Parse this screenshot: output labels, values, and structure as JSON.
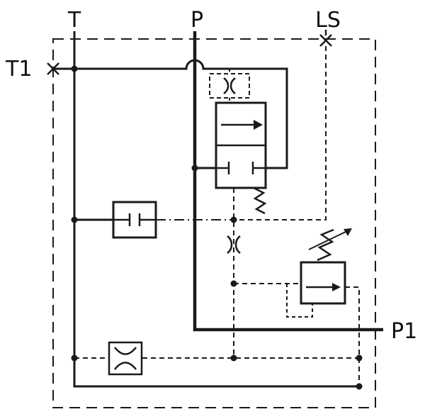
{
  "diagram": {
    "name": "hydraulic-valve-block-schematic"
  },
  "ports": {
    "t": {
      "label": "T"
    },
    "p": {
      "label": "P"
    },
    "ls": {
      "label": "LS"
    },
    "t1": {
      "label": "T1"
    },
    "p1": {
      "label": "P1"
    }
  },
  "components": {
    "boundary": {
      "name": "manifold-enclosure-dashed"
    },
    "spool_valve": {
      "name": "two-position-spool-valve"
    },
    "pilot_orifice": {
      "name": "pilot-damping-orifice"
    },
    "plug_block": {
      "name": "closed-connection-block"
    },
    "sense_orifice": {
      "name": "sense-line-orifice"
    },
    "relief_valve": {
      "name": "adjustable-ls-relief-valve"
    },
    "bleed_orifice": {
      "name": "bleed-orifice"
    },
    "t1_plug": {
      "name": "plugged-port-x"
    },
    "ls_plug": {
      "name": "plugged-port-x"
    }
  },
  "colors": {
    "line": "#1a1a1a",
    "label": "#111111",
    "background": "#ffffff"
  }
}
